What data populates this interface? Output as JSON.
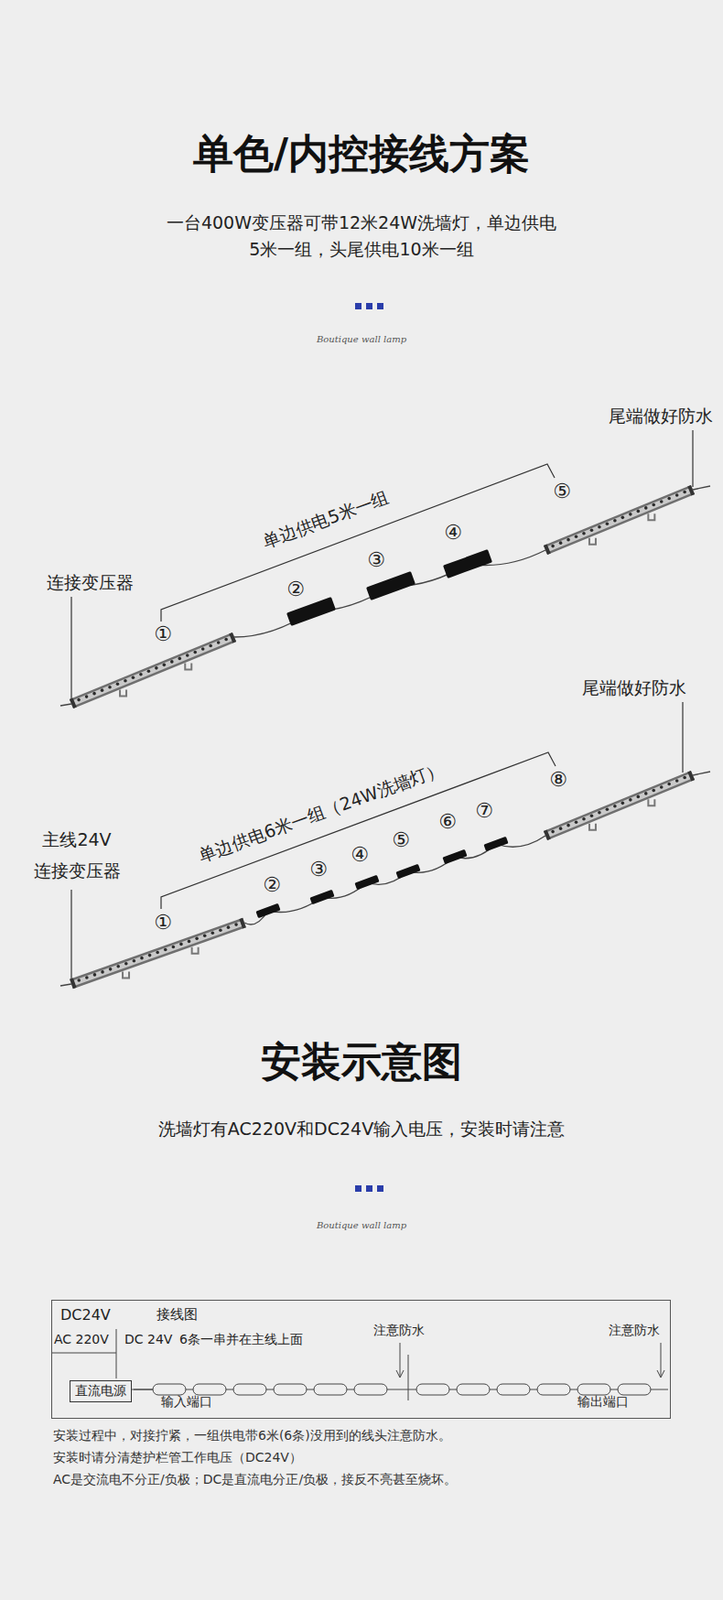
{
  "diagram": {
    "title": "单色/内控接线方案",
    "nodes": [
      {
        "text": [
          "DC24V",
          "接线图",
          "AC 220V",
          "DC 24V",
          "6条一串并在主线上面",
          "注意防水",
          "注意防水",
          "输入端口",
          "输出端口"
        ]
      },
      {
        "text": [
          "直流电源"
        ],
        "in": 0
      }
    ],
    "labels": [
      "一台400W变压器可带12米24W洗墙灯，单边供电 5米一组，头尾供电10米一组",
      "Boutique wall lamp",
      "尾端做好防水",
      "⑤",
      "单边供电5米一组",
      "④",
      "③",
      "连接变压器",
      "②",
      "①",
      "尾端做好防水",
      "单边供电6米一组（24W洗墙灯）",
      "⑧",
      "⑥",
      "⑦",
      "主线24V 连接变压器",
      "⑤",
      "④",
      "③",
      "②",
      "①",
      "安装示意图",
      "洗墙灯有AC220V和DC24V输入电压，安装时请注意",
      "Boutique wall lamp",
      "安装过程中，对接拧紧，一组供电带6米(6条)没用到的线头注意防水。",
      "安装时请分清楚护栏管工作电压（DC24V）",
      "AC是交流电不分正/负极；DC是直流电分正/负极，接反不亮甚至烧坏。"
    ]
  }
}
